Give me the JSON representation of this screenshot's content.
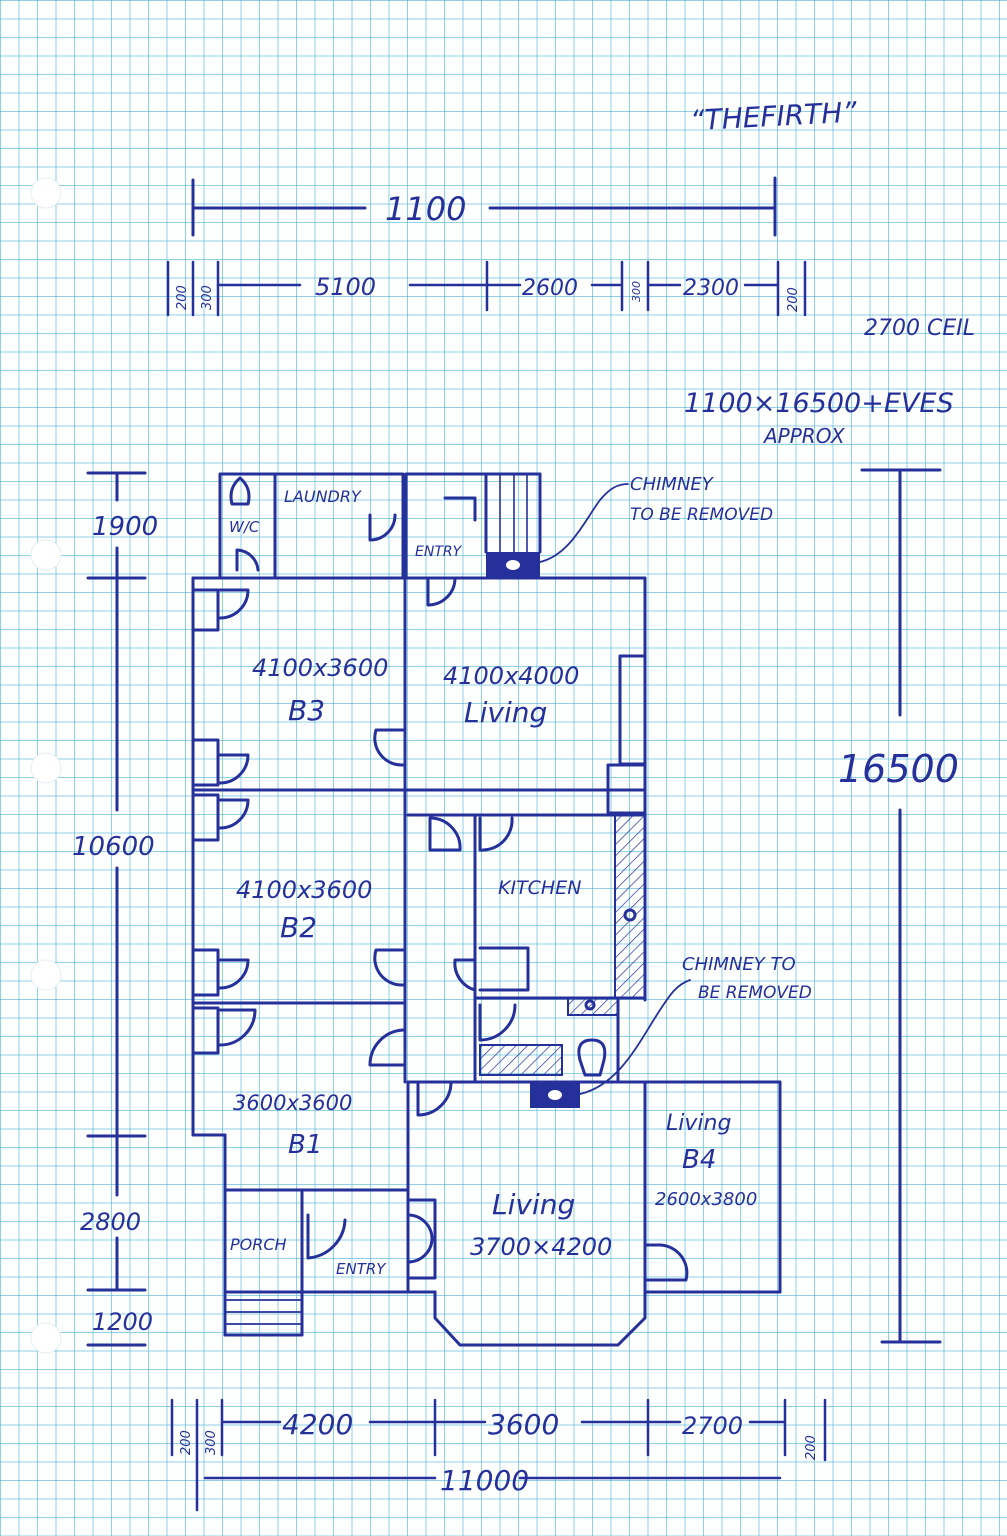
{
  "title": "“THEFIRTH”",
  "notes": {
    "ceiling": "2700 CEIL",
    "size": "1100×16500+EVES",
    "approx": "APPROX"
  },
  "dimensions": {
    "top_total": "1100",
    "top_w1": "200",
    "top_w2": "300",
    "top_seg1": "5100",
    "top_seg2": "2600",
    "top_w3": "300",
    "top_seg3": "2300",
    "top_w4": "200",
    "left_1": "1900",
    "left_2": "10600",
    "left_3": "2800",
    "left_4": "1200",
    "right_total": "16500",
    "bottom_w1": "200",
    "bottom_w2": "300",
    "bottom_seg1": "4200",
    "bottom_seg2": "3600",
    "bottom_seg3": "2700",
    "bottom_w3": "200",
    "bottom_total": "11000"
  },
  "rooms": {
    "laundry": "LAUNDRY",
    "wc": "W/C",
    "entry_back": "ENTRY",
    "b3_size": "4100x3600",
    "b3": "B3",
    "living1_size": "4100x4000",
    "living1": "Living",
    "b2_size": "4100x3600",
    "b2": "B2",
    "kitchen": "KITCHEN",
    "b1_size": "3600x3600",
    "b1": "B1",
    "porch": "PORCH",
    "entry_front": "ENTRY",
    "living2": "Living",
    "living2_size": "3700×4200",
    "b4_living": "Living",
    "b4": "B4",
    "b4_size": "2600x3800"
  },
  "annotations": {
    "chimney1_line1": "CHIMNEY",
    "chimney1_line2": "TO BE REMOVED",
    "chimney2_line1": "CHIMNEY TO",
    "chimney2_line2": "BE REMOVED"
  },
  "colors": {
    "ink": "#26309a",
    "grid": "#3aaad2",
    "paper": "#fdfefe"
  }
}
